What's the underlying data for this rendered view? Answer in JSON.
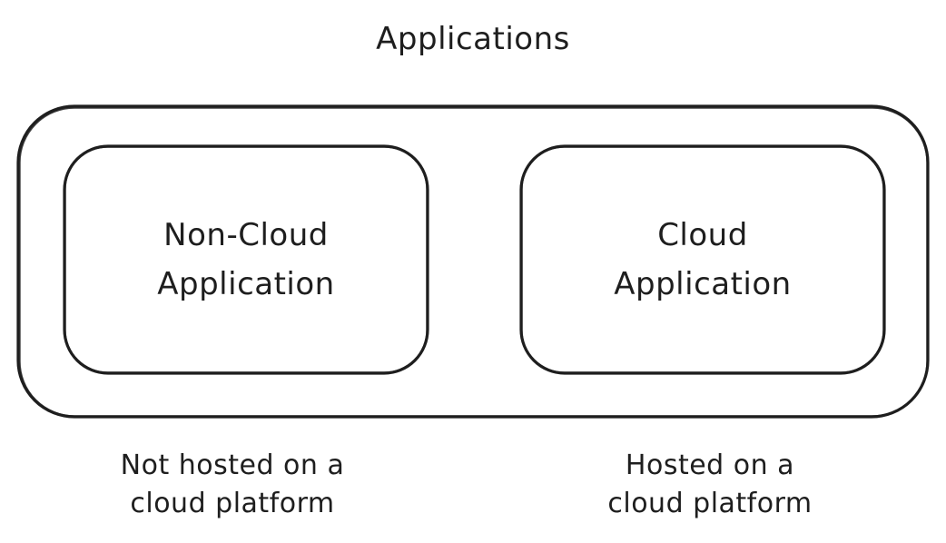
{
  "diagram": {
    "title": "Applications",
    "boxes": [
      {
        "line1": "Non-Cloud",
        "line2": "Application",
        "caption_line1": "Not hosted on a",
        "caption_line2": "cloud platform"
      },
      {
        "line1": "Cloud",
        "line2": "Application",
        "caption_line1": "Hosted on a",
        "caption_line2": "cloud platform"
      }
    ],
    "stroke_color": "#1e1e1e",
    "background_color": "#ffffff"
  }
}
